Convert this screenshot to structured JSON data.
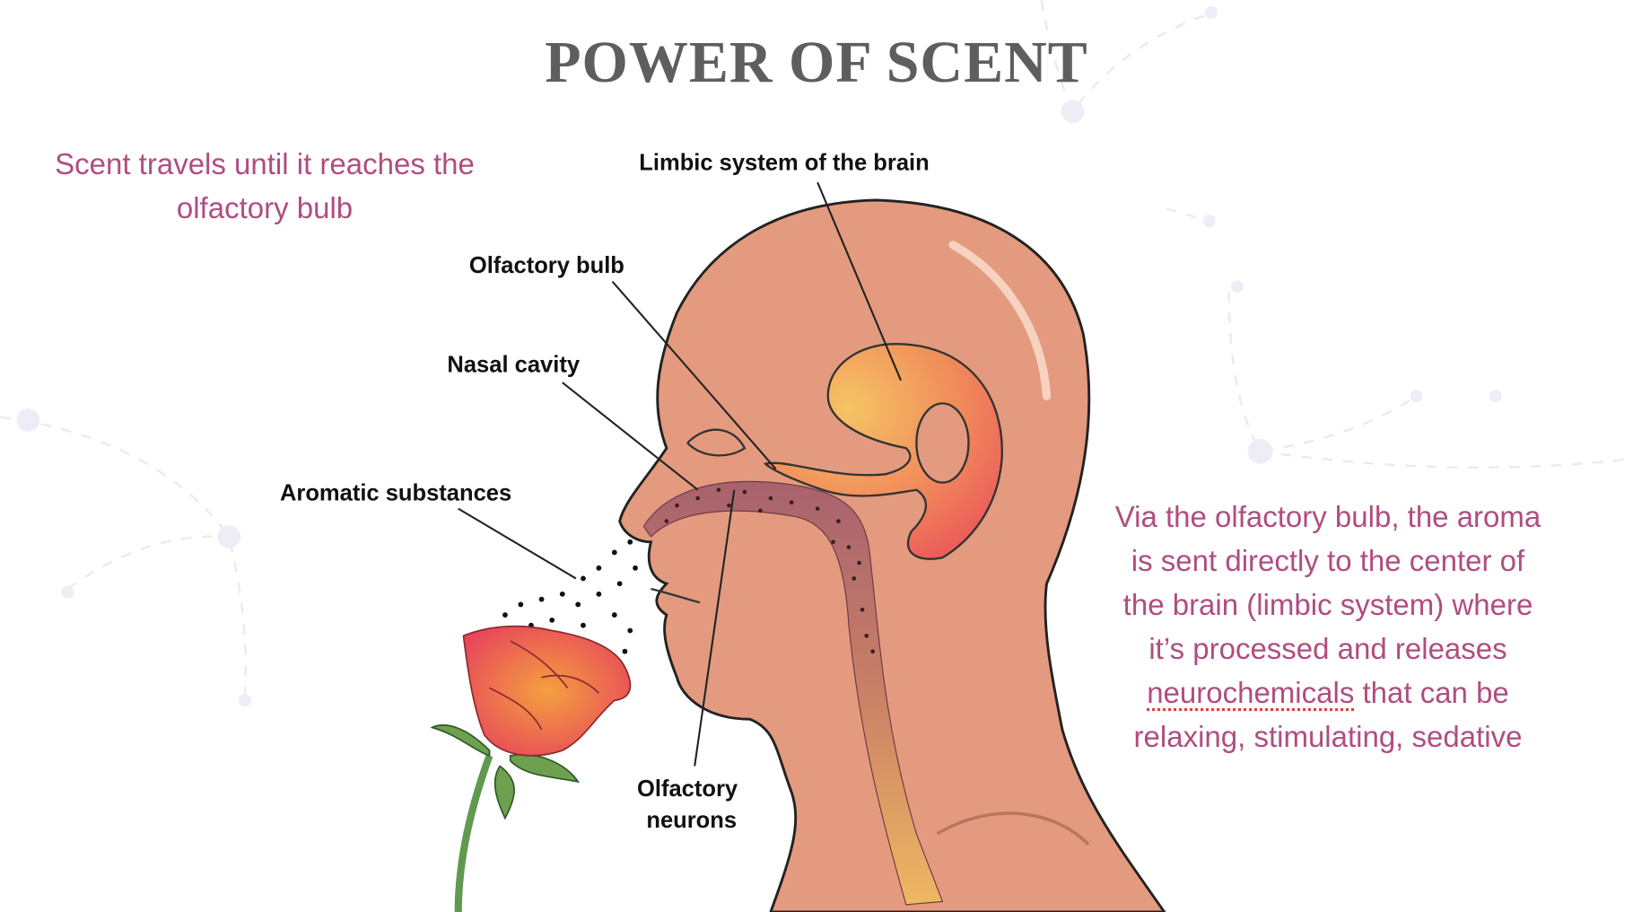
{
  "title": "POWER OF SCENT",
  "left_caption": {
    "lines": [
      "Scent travels until it reaches the",
      "olfactory bulb"
    ]
  },
  "right_caption": {
    "lines": [
      "Via the olfactory bulb, the aroma",
      "is sent directly to the center of",
      "the brain (limbic system) where",
      "it’s processed and releases"
    ],
    "line5_underlined": "neurochemicals",
    "line5_rest": " that can be",
    "line6": "relaxing, stimulating, sedative"
  },
  "diagram_labels": {
    "limbic": "Limbic system of the brain",
    "bulb": "Olfactory bulb",
    "nasal": "Nasal cavity",
    "aromatic": "Aromatic substances",
    "neurons_1": "Olfactory",
    "neurons_2": "neurons"
  },
  "colors": {
    "accent": "#b04d80",
    "title": "#5e5e5e",
    "skin": "#e39a7e"
  }
}
